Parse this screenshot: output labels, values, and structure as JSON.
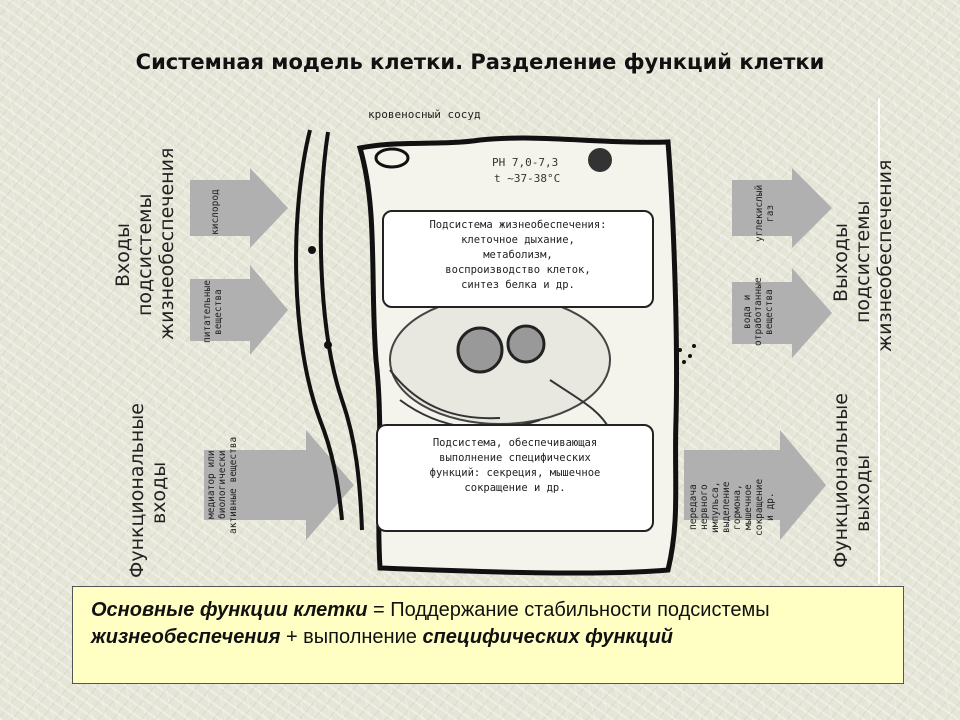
{
  "title": "Системная модель клетки. Разделение функций клетки",
  "labels": {
    "vessel": "кровеносный сосуд",
    "ph": "PH 7,0-7,3",
    "temp": "t ~37-38°C"
  },
  "left_side": {
    "inputs_life": "Входы подсистемы\nжизнеобеспечения",
    "inputs_func": "Функциональные\nвходы"
  },
  "right_side": {
    "outputs_life": "Выходы подсистемы\nжизнеобеспечения",
    "outputs_func": "Функциональные\nвыходы"
  },
  "arrows": {
    "oxygen": "кислород",
    "nutrients": "питательные\nвещества",
    "mediator": "медиатор или\nбиологически\nактивные вещества",
    "co2": "углекислый\nгаз",
    "water": "вода и\nотработанные\nвещества",
    "transmission": "передача\nнервного\nимпульса,\nвыделение\nгормона,\nмышечное\nсокращение\nи др."
  },
  "box_life": [
    "Подсистема жизнеобеспечения:",
    "клеточное дыхание,",
    "метаболизм,",
    "воспроизводство клеток,",
    "синтез белка и др."
  ],
  "box_func": [
    "Подсистема, обеспечивающая",
    "выполнение специфических",
    "функций: секреция, мышечное",
    "сокращение и др."
  ],
  "summary": {
    "part1": "Основные функции клетки",
    "part2": " = Поддержание стабильности подсистемы ",
    "part3": "жизнеобеспечения",
    "part4": " + выполнение ",
    "part5": "специфических функций"
  }
}
